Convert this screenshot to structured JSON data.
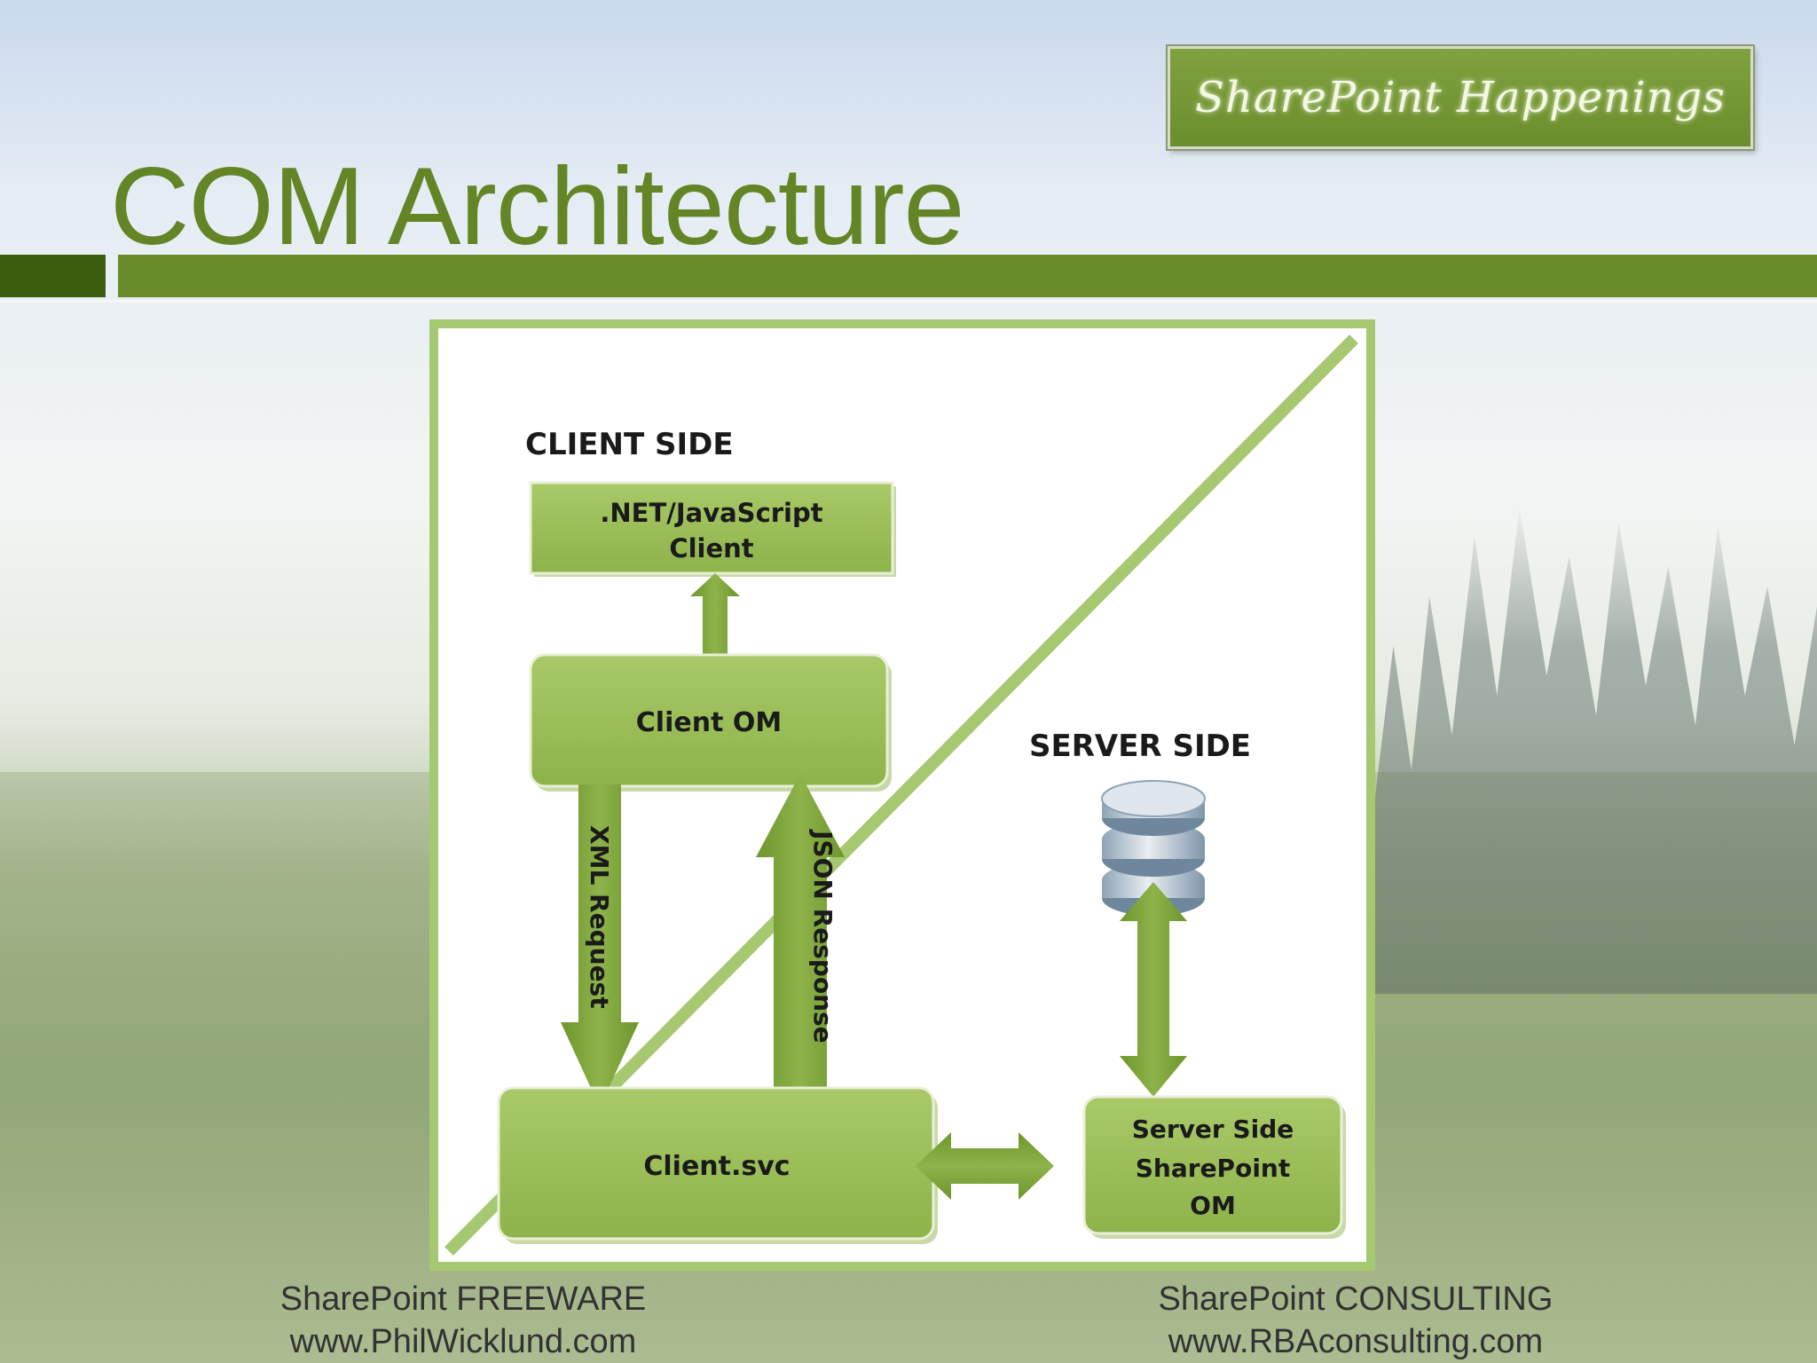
{
  "logo": {
    "text": "SharePoint Happenings"
  },
  "slide": {
    "title": "COM Architecture"
  },
  "diagram": {
    "client_side_label": "CLIENT SIDE",
    "server_side_label": "SERVER SIDE",
    "nodes": {
      "net_js_client": [
        ".NET/JavaScript",
        "Client"
      ],
      "client_om": "Client OM",
      "client_svc": "Client.svc",
      "server_om": [
        "Server Side",
        "SharePoint",
        "OM"
      ]
    },
    "arrows": {
      "xml_request": "XML Request",
      "json_response": "JSON Response"
    },
    "icons": {
      "database": "database-icon"
    },
    "colors": {
      "box_fill": "#9cbf5a",
      "arrow_fill": "#7aa137",
      "frame": "#a6c870"
    }
  },
  "footer": {
    "left_line1": "SharePoint FREEWARE",
    "left_line2": "www.PhilWicklund.com",
    "right_line1": "SharePoint CONSULTING",
    "right_line2": "www.RBAconsulting.com"
  }
}
